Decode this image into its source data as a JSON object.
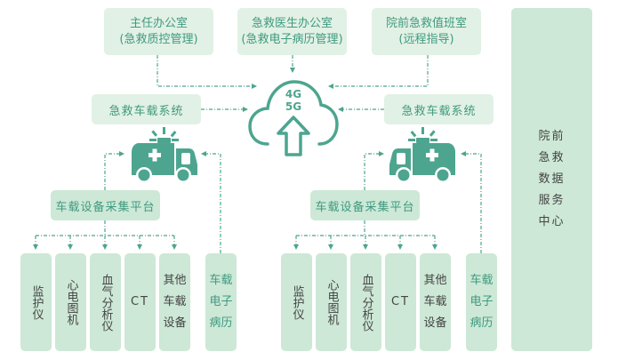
{
  "colors": {
    "accent": "#4da58f",
    "text_accent": "#3f9a80",
    "box_light": "#e2f1e5",
    "box_mid": "#cde8d6",
    "text_dark": "#444444"
  },
  "top_offices": [
    {
      "line1": "主任办公室",
      "line2": "(急救质控管理)"
    },
    {
      "line1": "急救医生办公室",
      "line2": "(急救电子病历管理)"
    },
    {
      "line1": "院前急救值班室",
      "line2": "(远程指导)"
    }
  ],
  "network": {
    "label_line1": "4G",
    "label_line2": "5G",
    "icon": "cloud-upload-icon"
  },
  "vehicle_systems": [
    {
      "system_label": "急救车载系统",
      "icon": "ambulance-icon",
      "platform_label": "车载设备采集平台",
      "devices": [
        {
          "name": "监护仪",
          "lines": [
            "监护仪"
          ]
        },
        {
          "name": "心电图机",
          "lines": [
            "心电图机"
          ]
        },
        {
          "name": "血气分析仪",
          "lines": [
            "血气分析仪"
          ]
        },
        {
          "name": "CT",
          "lines": [
            "CT"
          ]
        },
        {
          "name": "其他车载设备",
          "lines": [
            "其他",
            "车载",
            "设备"
          ]
        }
      ],
      "emr": {
        "lines": [
          "车载",
          "电子",
          "病历"
        ]
      }
    },
    {
      "system_label": "急救车载系统",
      "icon": "ambulance-icon",
      "platform_label": "车载设备采集平台",
      "devices": [
        {
          "name": "监护仪",
          "lines": [
            "监护仪"
          ]
        },
        {
          "name": "心电图机",
          "lines": [
            "心电图机"
          ]
        },
        {
          "name": "血气分析仪",
          "lines": [
            "血气分析仪"
          ]
        },
        {
          "name": "CT",
          "lines": [
            "CT"
          ]
        },
        {
          "name": "其他车载设备",
          "lines": [
            "其他",
            "车载",
            "设备"
          ]
        }
      ],
      "emr": {
        "lines": [
          "车载",
          "电子",
          "病历"
        ]
      }
    }
  ],
  "data_center": {
    "lines": [
      "院前",
      "急救",
      "数据",
      "服务",
      "中心"
    ]
  }
}
